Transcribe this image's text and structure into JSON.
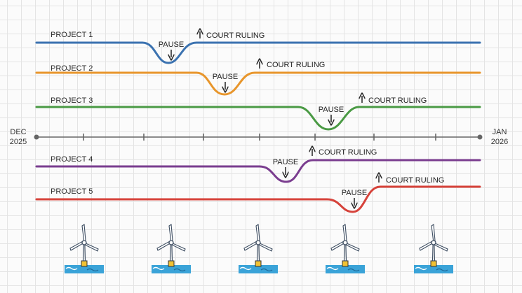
{
  "timeline": {
    "start_label_line1": "DEC",
    "start_label_line2": "2025",
    "end_label_line1": "JAN",
    "end_label_line2": "2026"
  },
  "annotations": {
    "pause": "PAUSE",
    "court_ruling": "COURT RULING"
  },
  "projects": [
    {
      "name": "PROJECT 1",
      "color": "#3b72b0"
    },
    {
      "name": "PROJECT 2",
      "color": "#e8962c"
    },
    {
      "name": "PROJECT 3",
      "color": "#4a9a44"
    },
    {
      "name": "PROJECT 4",
      "color": "#7a3d8f"
    },
    {
      "name": "PROJECT 5",
      "color": "#d6423a"
    }
  ],
  "turbine_count": 5,
  "colors": {
    "axis": "#666666",
    "water": "#3aa3d8",
    "turbine_base": "#f2c232",
    "turbine": "#3f4f63"
  }
}
